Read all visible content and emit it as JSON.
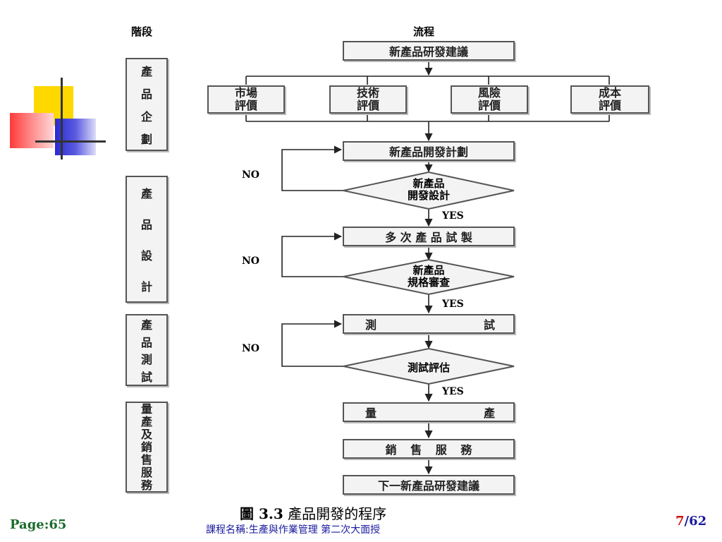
{
  "headers": {
    "stage": "階段",
    "process": "流程"
  },
  "stages": [
    "產品企劃",
    "產品設計",
    "產品測試",
    "量產及銷售服務"
  ],
  "stage_chars": [
    [
      "產",
      "品",
      "企",
      "劃"
    ],
    [
      "產",
      "品",
      "設",
      "計"
    ],
    [
      "產",
      "品",
      "測",
      "試"
    ],
    [
      "量",
      "產",
      "及",
      "銷",
      "售",
      "服",
      "務"
    ]
  ],
  "flow": {
    "suggestion": "新產品研發建議",
    "evaluations": [
      {
        "line1": "市場",
        "line2": "評價"
      },
      {
        "line1": "技術",
        "line2": "評價"
      },
      {
        "line1": "風險",
        "line2": "評價"
      },
      {
        "line1": "成本",
        "line2": "評價"
      }
    ],
    "plan": "新產品開發計劃",
    "design_decision": {
      "line1": "新產品",
      "line2": "開發設計"
    },
    "prototype": "多 次 產 品 試 製",
    "spec_review": {
      "line1": "新產品",
      "line2": "規格審查"
    },
    "test_left": "測",
    "test_right": "試",
    "test_eval": "測試評估",
    "mass_left": "量",
    "mass_right": "產",
    "sales_service": "銷 售 服 務",
    "next": "下一新產品研發建議",
    "no_label": "NO",
    "yes_label": "YES"
  },
  "footer": {
    "page_label": "Page:65",
    "caption_fig": "圖 3.3",
    "caption_text": "產品開發的程序",
    "course": "課程名稱:生產與作業管理 第二次大面授",
    "current_page": "7",
    "total_pages": "/62"
  },
  "colors": {
    "accent_green": "#1a6b2c",
    "accent_blue": "#1a1aa0",
    "accent_red": "#d01010"
  }
}
